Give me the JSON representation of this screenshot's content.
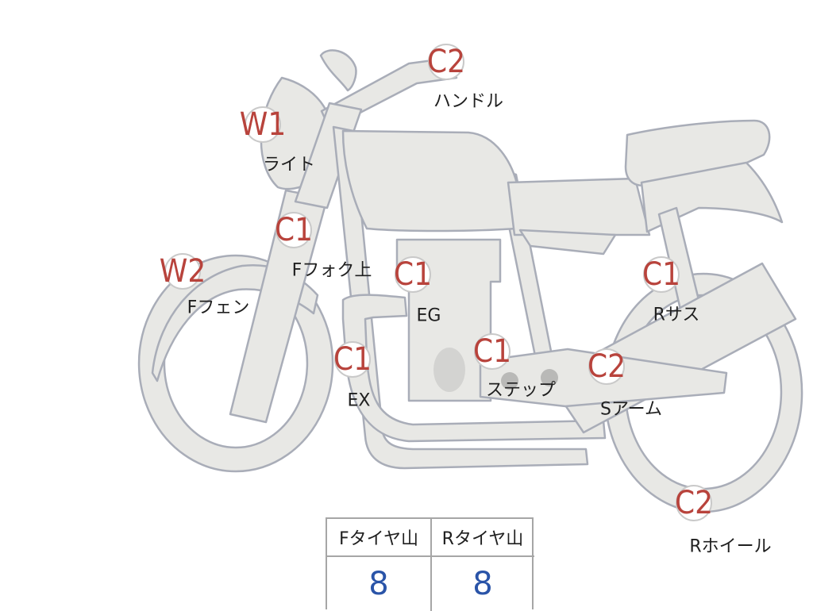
{
  "colors": {
    "grade_text": "#b8433c",
    "tyre_value": "#2a54a8",
    "body_fill": "#e8e8e5",
    "body_outline": "#a9adb8"
  },
  "markers": {
    "handle": {
      "grade": "C2",
      "label": "ハンドル"
    },
    "light": {
      "grade": "W1",
      "label": "ライト"
    },
    "fork_upper": {
      "grade": "C1",
      "label": "Fフォク上"
    },
    "front_fender": {
      "grade": "W2",
      "label": "Fフェン"
    },
    "engine": {
      "grade": "C1",
      "label": "EG"
    },
    "exhaust": {
      "grade": "C1",
      "label": "EX"
    },
    "step": {
      "grade": "C1",
      "label": "ステップ"
    },
    "rear_suspension": {
      "grade": "C1",
      "label": "Rサス"
    },
    "swing_arm": {
      "grade": "C2",
      "label": "Sアーム"
    },
    "rear_wheel": {
      "grade": "C2",
      "label": "Rホイール"
    }
  },
  "tyre_tread": {
    "front": {
      "header": "Fタイヤ山",
      "value": "8"
    },
    "rear": {
      "header": "Rタイヤ山",
      "value": "8"
    }
  }
}
